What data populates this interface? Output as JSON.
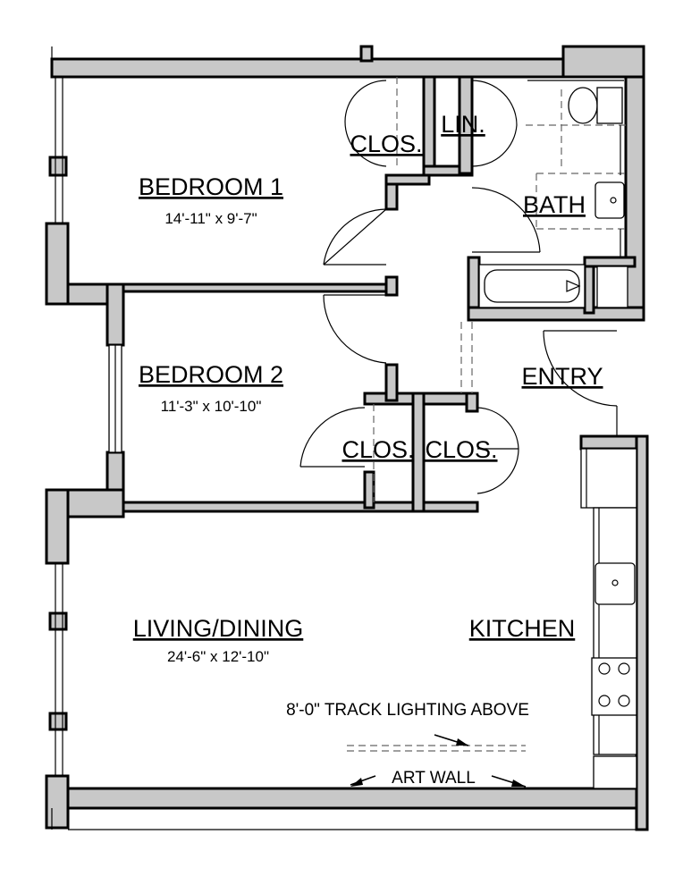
{
  "rooms": {
    "bedroom1": {
      "name": "BEDROOM 1",
      "dim": "14'-11\" x 9'-7\""
    },
    "bedroom2": {
      "name": "BEDROOM 2",
      "dim": "11'-3\" x 10'-10\""
    },
    "living": {
      "name": "LIVING/DINING",
      "dim": "24'-6\" x 12'-10\""
    },
    "kitchen": {
      "name": "KITCHEN"
    },
    "bath": {
      "name": "BATH"
    },
    "entry": {
      "name": "ENTRY"
    },
    "linen": {
      "name": "LIN."
    },
    "closet1": {
      "name": "CLOS."
    },
    "closet2": {
      "name": "CLOS."
    },
    "closet3": {
      "name": "CLOS."
    }
  },
  "notes": {
    "track_lighting": "8'-0\" TRACK LIGHTING ABOVE",
    "art_wall": "ART WALL"
  }
}
